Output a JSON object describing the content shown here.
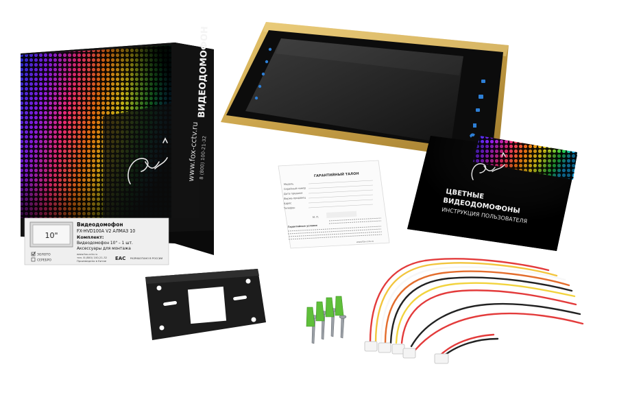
{
  "box": {
    "side_title": "ВИДЕОДОМОФОН",
    "website": "www.fox-cctv.ru",
    "phone": "8 (800) 100-21-32",
    "screen_size": "10\"",
    "label_lines": [
      "Видеодомофон",
      "FX-HVD100A V2 АЛМАЗ 10",
      "Комплект:",
      "Видеодомофон 10\" – 1 шт.",
      "Аксессуары для монтажа"
    ],
    "color_options": [
      "ЗОЛОТО",
      "СЕРЕБРО"
    ],
    "footer_left": [
      "www.fox-cctv.ru",
      "тел. 8 (800) 100-21-32",
      "Произведено в Китае"
    ],
    "eac": "EAC",
    "footer_right": "РАЗРАБОТАНО В РОССИИ"
  },
  "warranty_card": {
    "title": "ГАРАНТИЙНЫЙ ТАЛОН",
    "fields": [
      "Модель",
      "Серийный номер",
      "Дата продажи",
      "Фирма-продавец",
      "Адрес",
      "Телефон"
    ],
    "stamp": "М. П.",
    "notes_title": "Гарантийные условия",
    "website": "www.fox-cctv.ru"
  },
  "manual": {
    "line1": "ЦВЕТНЫЕ",
    "line2": "ВИДЕОДОМОФОНЫ",
    "line3": "ИНСТРУКЦИЯ ПОЛЬЗОВАТЕЛЯ"
  },
  "colors": {
    "gold_frame": "#c9a24a",
    "screen_glass": "#2b2b2b",
    "box_black": "#121212",
    "bracket": "#1a1a1a",
    "dowel_green": "#5fbf3a",
    "touch_icons": "#2d7fd6"
  }
}
